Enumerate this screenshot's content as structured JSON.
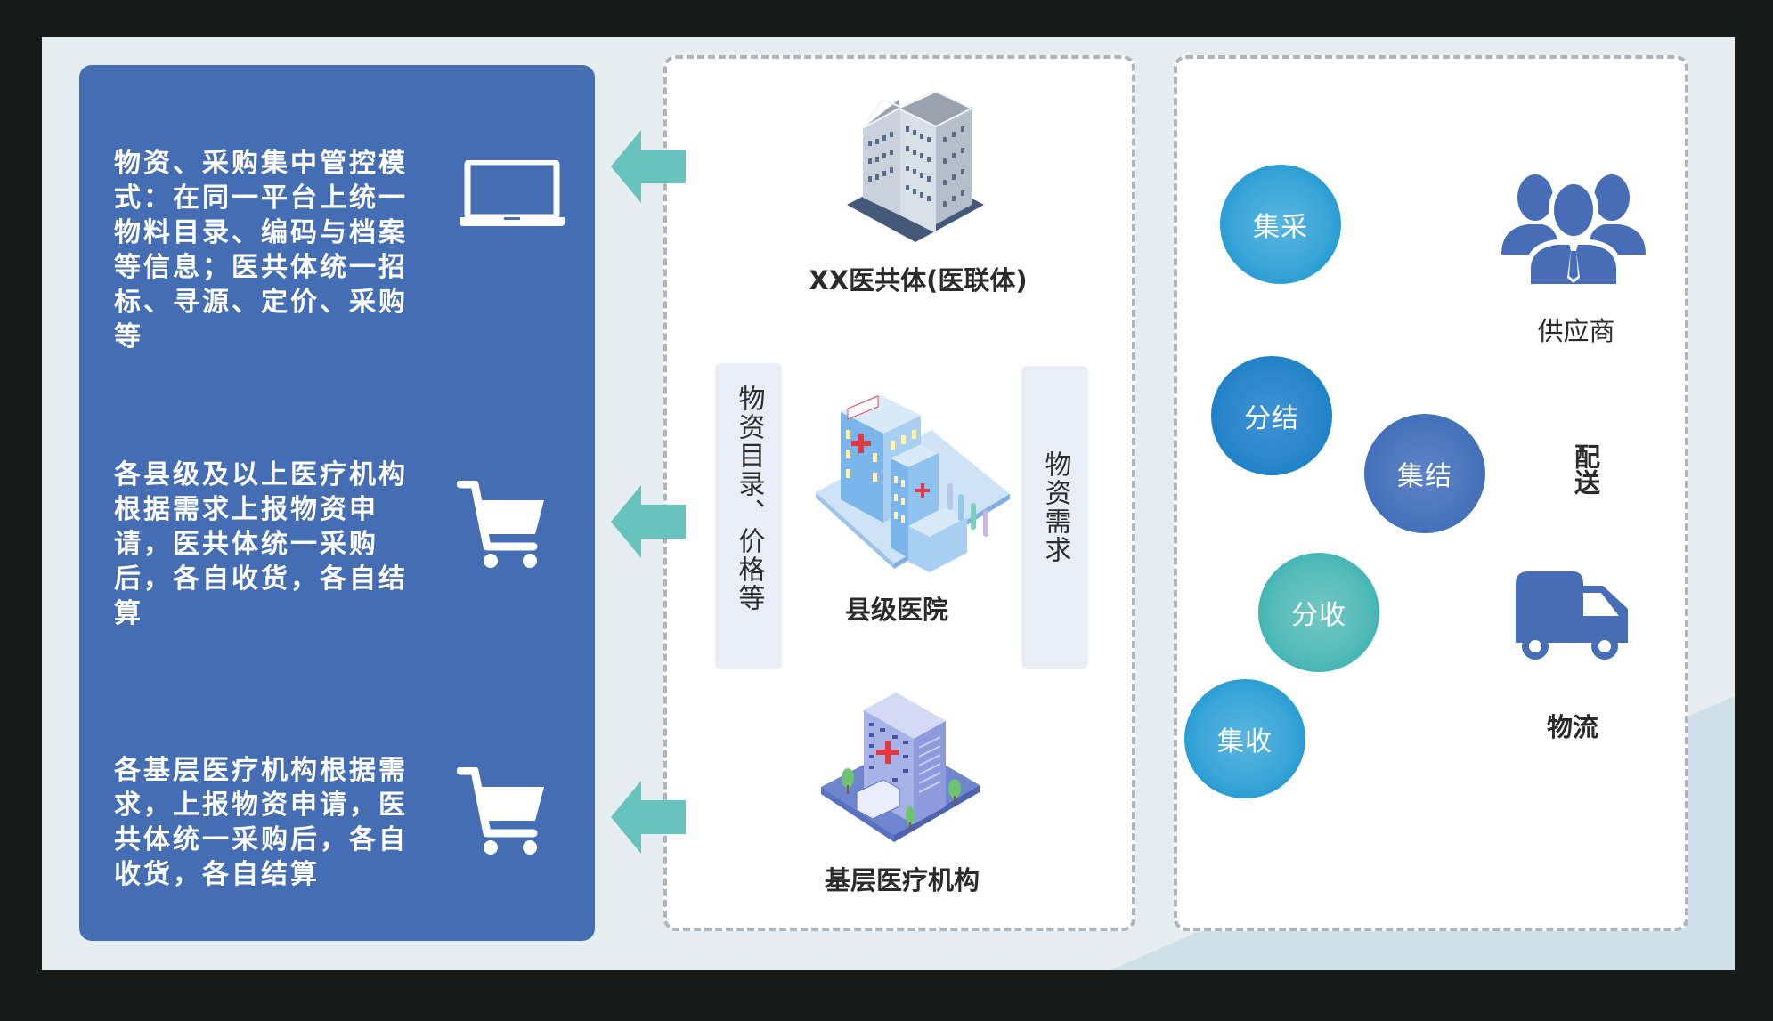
{
  "colors": {
    "frame": "#181a19",
    "background": "#e5edf1",
    "panel_blue": "#456db4",
    "arrow_teal": "#67c3bd",
    "dashed_border": "#aeb5bd",
    "icon_blue": "#476db6",
    "label_text": "#2b2b2b"
  },
  "left_panel": {
    "items": [
      {
        "text": "物资、采购集中管控模式：在同一平台上统一物料目录、编码与档案等信息；医共体统一招标、寻源、定价、采购等",
        "icon": "laptop-icon"
      },
      {
        "text": "各县级及以上医疗机构根据需求上报物资申请，医共体统一采购后，各自收货，各自结算",
        "icon": "shopping-cart-icon"
      },
      {
        "text": "各基层医疗机构根据需求，上报物资申请，医共体统一采购后，各自收货，各自结算",
        "icon": "shopping-cart-icon"
      }
    ]
  },
  "middle_panel": {
    "nodes": [
      {
        "label": "XX医共体(医联体)",
        "icon": "office-building-icon"
      },
      {
        "label": "县级医院",
        "icon": "hospital-complex-icon"
      },
      {
        "label": "基层医疗机构",
        "icon": "clinic-building-icon"
      }
    ],
    "left_flow_label": "物资目录、价格等",
    "right_flow_label": "物资需求"
  },
  "right_panel": {
    "bubbles": [
      {
        "label": "集采",
        "style": "cyan"
      },
      {
        "label": "分结",
        "style": "deep"
      },
      {
        "label": "集结",
        "style": "indigo"
      },
      {
        "label": "分收",
        "style": "teal"
      },
      {
        "label": "集收",
        "style": "cyan"
      }
    ],
    "supplier_label": "供应商",
    "delivery_label": "配送",
    "logistics_label": "物流"
  }
}
